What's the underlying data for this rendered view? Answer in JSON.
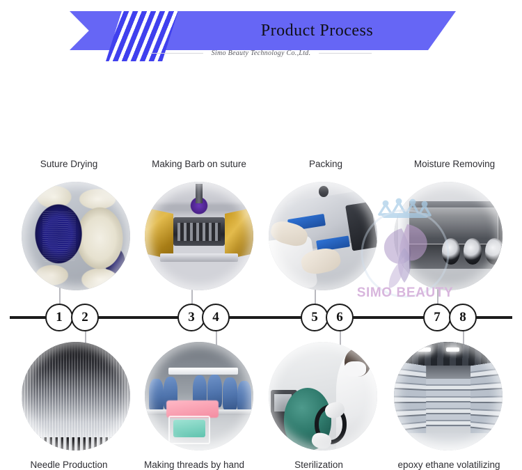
{
  "header": {
    "title": "Product Process",
    "subtitle": "Simo Beauty Technology Co.,Ltd.",
    "accent_color": "#6666f5",
    "accent_dark_color": "#4040ee",
    "tab_icon": "diagonal-stripes-icon"
  },
  "watermark": {
    "text": "SIMO BEAUTY",
    "icon": "crown-flower-logo-icon",
    "crown_color": "#a9cde8",
    "petal_color": "#b89ac8",
    "text_color": "#d8b6dd"
  },
  "timeline": {
    "line_color": "#1b1b1b",
    "node_border_color": "#1b1b1b",
    "connector_color": "#b9b9bf"
  },
  "steps": [
    {
      "number": "1",
      "label": "Suture Drying",
      "position": "top",
      "photo": "suture-spools-photo",
      "photo_alt": "Blue and white suture thread spools"
    },
    {
      "number": "2",
      "label": "Needle Production",
      "position": "bottom",
      "photo": "needle-array-photo",
      "photo_alt": "Array of surgical needles"
    },
    {
      "number": "3",
      "label": "Making Barb on suture",
      "position": "top",
      "photo": "barb-machine-photo",
      "photo_alt": "Machine cutting barbs on suture thread"
    },
    {
      "number": "4",
      "label": "Making threads by hand",
      "position": "bottom",
      "photo": "cleanroom-workers-photo",
      "photo_alt": "Workers in blue cleanroom suits assembling threads"
    },
    {
      "number": "5",
      "label": "Packing",
      "position": "top",
      "photo": "packing-machine-photo",
      "photo_alt": "Gloved hands packing product at sealing machine"
    },
    {
      "number": "6",
      "label": "Sterilization",
      "position": "bottom",
      "photo": "sterilizer-photo",
      "photo_alt": "Operator turning wheel of green sterilizer autoclave"
    },
    {
      "number": "7",
      "label": "Moisture Removing",
      "position": "top",
      "photo": "glovebox-photo",
      "photo_alt": "Glovebox moisture removing chamber"
    },
    {
      "number": "8",
      "label": "epoxy ethane volatilizing",
      "position": "bottom",
      "photo": "warehouse-photo",
      "photo_alt": "Warehouse aisle with stacked storage boxes"
    }
  ]
}
